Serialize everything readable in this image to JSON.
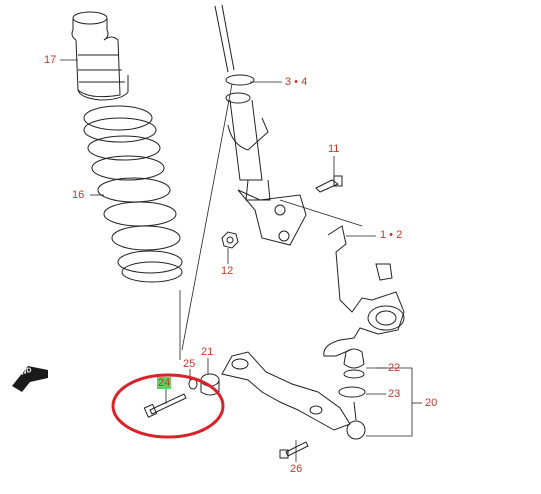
{
  "labels": {
    "p17": "17",
    "p16": "16",
    "p3_4": "3 • 4",
    "p11": "11",
    "p12": "12",
    "p1_2": "1 • 2",
    "p21": "21",
    "p25": "25",
    "p24": "24",
    "p22": "22",
    "p23": "23",
    "p20": "20",
    "p26": "26"
  },
  "fwd_label": "FWD",
  "colors": {
    "callout": "#c0392b",
    "highlight_box": "#5fd35f",
    "circle": "#d9222a",
    "line": "#222222"
  },
  "icons": [
    "fwd-arrow-icon"
  ]
}
